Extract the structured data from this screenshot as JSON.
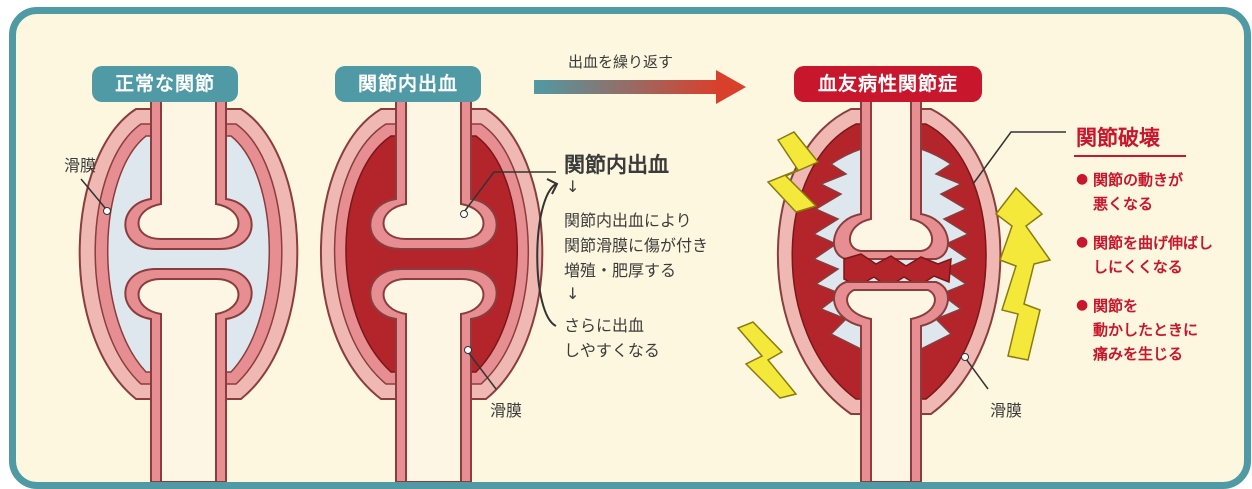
{
  "labels": {
    "normal_joint": "正常な関節",
    "joint_bleeding": "関節内出血",
    "hemophilic_arthropathy": "血友病性関節症",
    "repeat_bleeding": "出血を繰り返す",
    "synovium": "滑膜",
    "bleeding_heading": "関節内出血",
    "arrow_down": "↓",
    "cause_lines": [
      "関節内出血により",
      "関節滑膜に傷が付き",
      "増殖・肥厚する"
    ],
    "result_lines": [
      "さらに出血",
      "しやすくなる"
    ],
    "destruction_heading": "関節破壊",
    "bullet_mark": "●",
    "symptoms": [
      [
        "関節の動きが",
        "悪くなる"
      ],
      [
        "関節を曲げ伸ばし",
        "しにくくなる"
      ],
      [
        "関節を",
        "動かしたときに",
        "痛みを生じる"
      ]
    ]
  },
  "colors": {
    "teal": "#4f9aa4",
    "red": "#c8162c",
    "blood": "#b4252b",
    "synovium_pink": "#e78e93",
    "capsule_pink": "#efb8b2",
    "bone": "#fdf6e4",
    "fluid": "#dfe7ee",
    "lightning": "#f4e83a"
  }
}
